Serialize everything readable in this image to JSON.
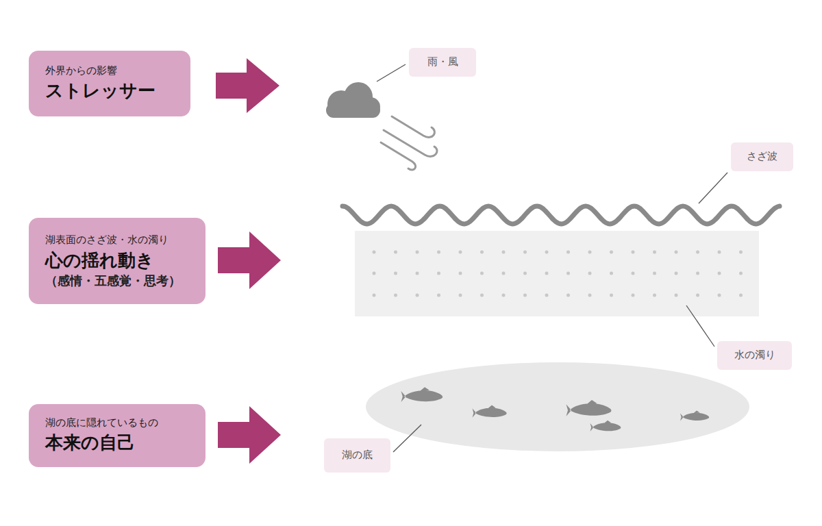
{
  "diagram": {
    "nodes": [
      {
        "text": [
          "外界からの影響",
          "ストレッサー"
        ]
      },
      {
        "text": [
          "雨・風"
        ]
      },
      {
        "text": [
          "さざ波"
        ]
      },
      {
        "text": [
          "湖表面のさざ波・水の濁り",
          "心の揺れ動き",
          "（感情・五感覚・思考）"
        ]
      },
      {
        "text": [
          "水の濁り"
        ]
      },
      {
        "text": [
          "湖の底に隠れているもの",
          "本来の自己"
        ]
      },
      {
        "text": [
          "湖の底"
        ]
      }
    ]
  }
}
